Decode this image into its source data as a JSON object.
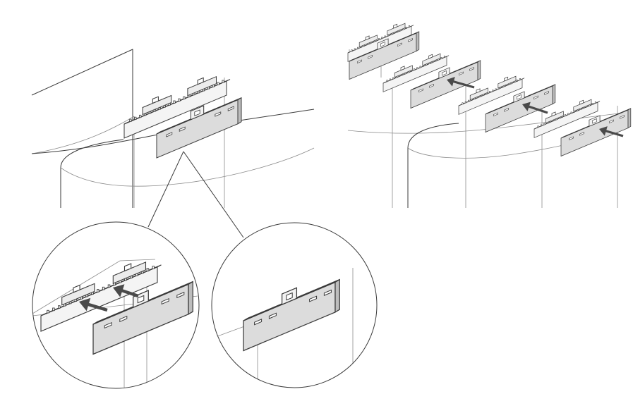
{
  "figure": {
    "panels": [
      {
        "id": "overview"
      },
      {
        "id": "sequence"
      },
      {
        "id": "detail-insert"
      },
      {
        "id": "detail-installed"
      }
    ],
    "colors": {
      "stroke": "#3a3a3a",
      "plate_face": "#dcdcdc",
      "plate_top": "#f2f2f2",
      "strip_face": "#f4f4f4",
      "arrow": "#4a4a4a",
      "background": "#ffffff"
    },
    "icons": [
      "arrow-icon"
    ]
  }
}
